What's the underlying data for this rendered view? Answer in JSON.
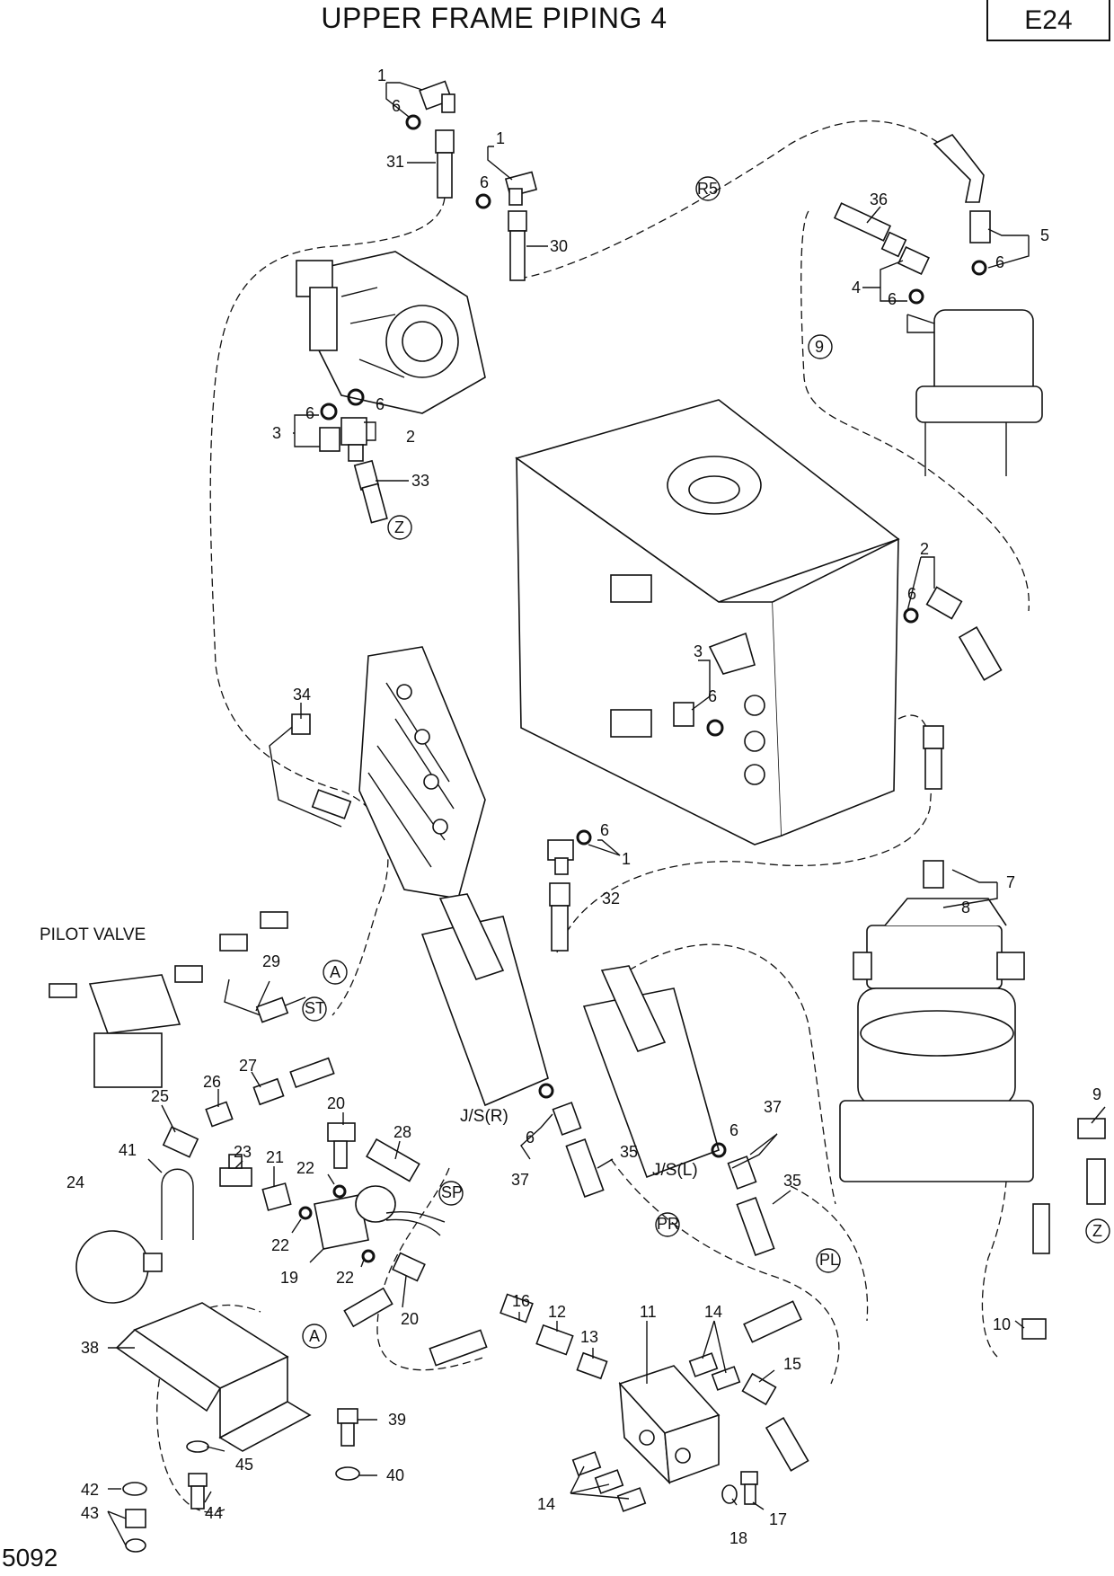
{
  "header": {
    "title": "UPPER FRAME PIPING 4",
    "code": "E24"
  },
  "footer": {
    "page_number": "5092"
  },
  "callouts": {
    "n1a": "1",
    "n6a": "6",
    "n31": "31",
    "n1b": "1",
    "n6b": "6",
    "n30": "30",
    "n6c": "6",
    "n6d": "6",
    "n3a": "3",
    "n2a": "2",
    "n33": "33",
    "n36": "36",
    "n4": "4",
    "n6e": "6",
    "n5": "5",
    "n6f": "6",
    "n2b": "2",
    "n6g": "6",
    "n3b": "3",
    "n6h": "6",
    "n34": "34",
    "n6i": "6",
    "n1c": "1",
    "n32": "32",
    "n7": "7",
    "n8": "8",
    "n29": "29",
    "n27": "27",
    "n26": "26",
    "n25": "25",
    "n20a": "20",
    "n28": "28",
    "n23": "23",
    "n21": "21",
    "n22a": "22",
    "n41": "41",
    "n24": "24",
    "n22b": "22",
    "n19": "19",
    "n22c": "22",
    "n20b": "20",
    "n6j": "6",
    "n37a": "37",
    "n35a": "35",
    "n6k": "6",
    "n37b": "37",
    "n35b": "35",
    "n9": "9",
    "n10": "10",
    "n16": "16",
    "n12": "12",
    "n13": "13",
    "n11": "11",
    "n14a": "14",
    "n15": "15",
    "n14b": "14",
    "n18": "18",
    "n17": "17",
    "n38": "38",
    "n39": "39",
    "n40": "40",
    "n42": "42",
    "n43": "43",
    "n44": "44",
    "n45": "45"
  },
  "connectors": {
    "R5": "R5",
    "c9": "9",
    "Z1": "Z",
    "Z2": "Z",
    "A1": "A",
    "A2": "A",
    "ST": "ST",
    "SP": "SP",
    "PR": "PR",
    "PL": "PL"
  },
  "labels": {
    "pilot_valve": "PILOT VALVE",
    "js_r": "J/S(R)",
    "js_l": "J/S(L)"
  }
}
